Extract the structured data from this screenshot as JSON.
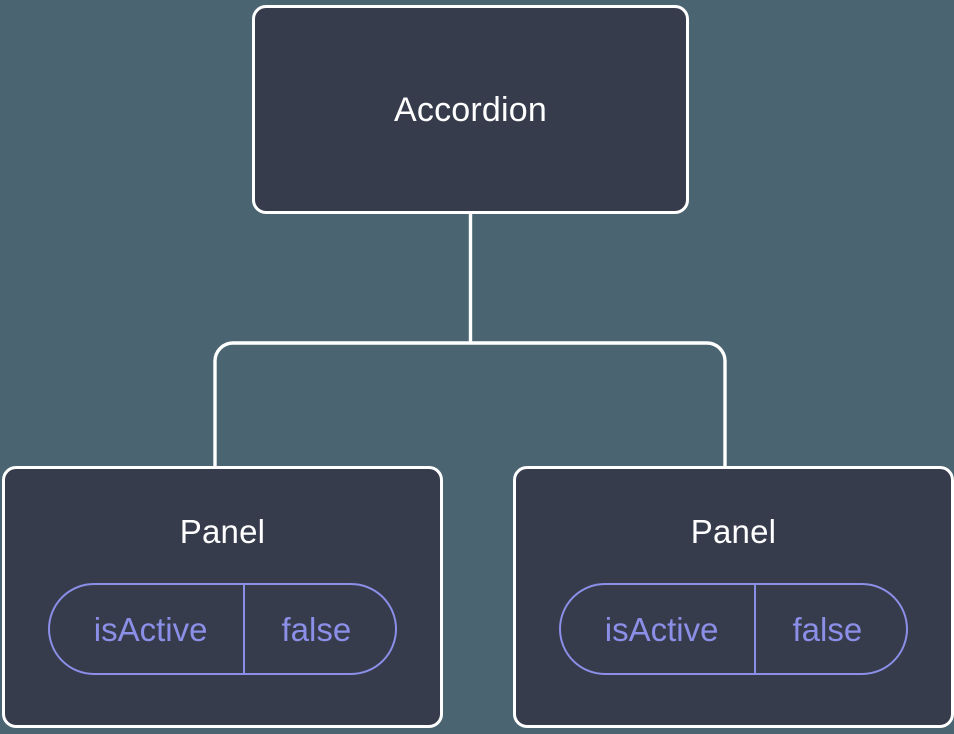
{
  "diagram": {
    "type": "component-tree",
    "background_color": "#4a6571",
    "node_fill_color": "#373c4c",
    "node_border_color": "#ffffff",
    "node_label_color": "#ffffff",
    "edge_color": "#ffffff",
    "pill_color": "#8b8fe8"
  },
  "root": {
    "label": "Accordion"
  },
  "children": [
    {
      "label": "Panel",
      "state": {
        "key": "isActive",
        "value": "false"
      }
    },
    {
      "label": "Panel",
      "state": {
        "key": "isActive",
        "value": "false"
      }
    }
  ]
}
